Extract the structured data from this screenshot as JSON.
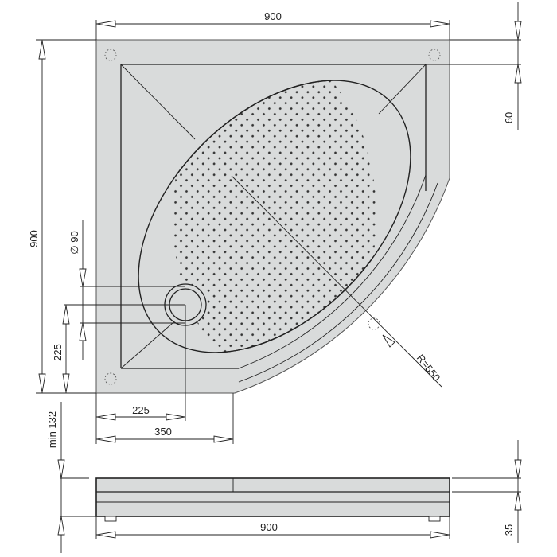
{
  "drawing": {
    "title": "Quarter-circle shower tray technical drawing",
    "colors": {
      "tray_fill": "#d9dbdb",
      "line": "#222222",
      "background": "#ffffff"
    },
    "top_view": {
      "dimensions": {
        "width_top": "900",
        "height_left": "900",
        "border_right": "60",
        "drain_diameter": "∅ 90",
        "drain_from_bottom": "225",
        "drain_from_left": "225",
        "drain_extent": "350",
        "radius": "R=550"
      }
    },
    "side_view": {
      "dimensions": {
        "clearance_left": "min 132",
        "width_bottom": "900",
        "height_right": "35"
      }
    }
  }
}
